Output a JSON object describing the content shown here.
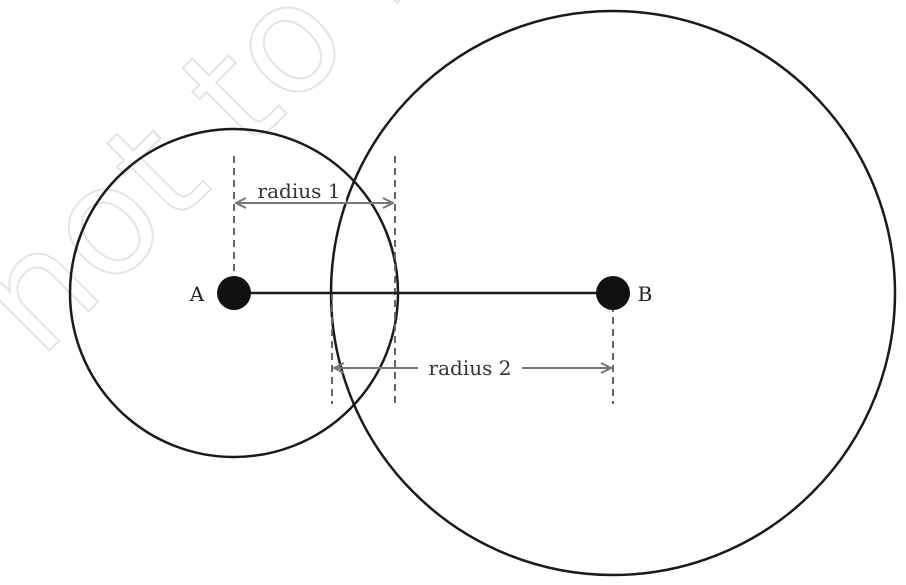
{
  "watermark": {
    "text": "not to be"
  },
  "points": {
    "a": {
      "label": "A"
    },
    "b": {
      "label": "B"
    }
  },
  "dimensions": {
    "radius1": {
      "label": "radius 1"
    },
    "radius2": {
      "label": "radius 2"
    }
  },
  "colors": {
    "stroke": "#1a1a1a",
    "dimension": "#777777",
    "point": "#111111",
    "watermark": "#e4e4e4"
  }
}
